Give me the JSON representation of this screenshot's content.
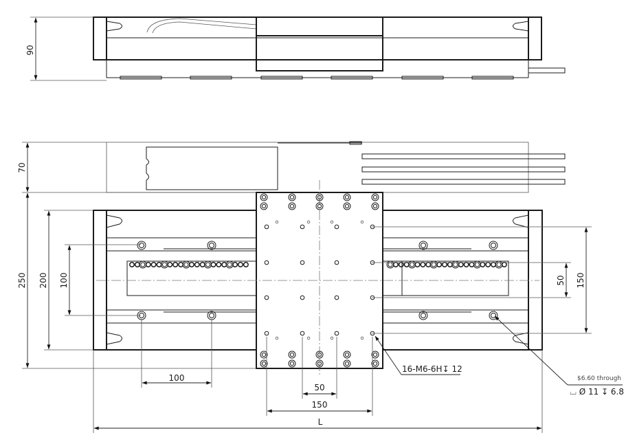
{
  "views": {
    "side": {
      "height_label": "90"
    },
    "top": {
      "cable_height_label": "70",
      "overall_width_label": "250",
      "rail_spacing_label": "200",
      "mount_spacing_label": "100",
      "right_inner_label": "50",
      "right_outer_label": "150",
      "bottom_pitch_label": "100",
      "carriage_inner_label": "50",
      "carriage_outer_label": "150",
      "length_label": "L"
    }
  },
  "callouts": {
    "carriage_thread": "16-M6-6H↧ 12",
    "base_hole_top": "$6.60 through",
    "base_hole_bottom": "⌴ Ø 11 ↧ 6.8"
  }
}
